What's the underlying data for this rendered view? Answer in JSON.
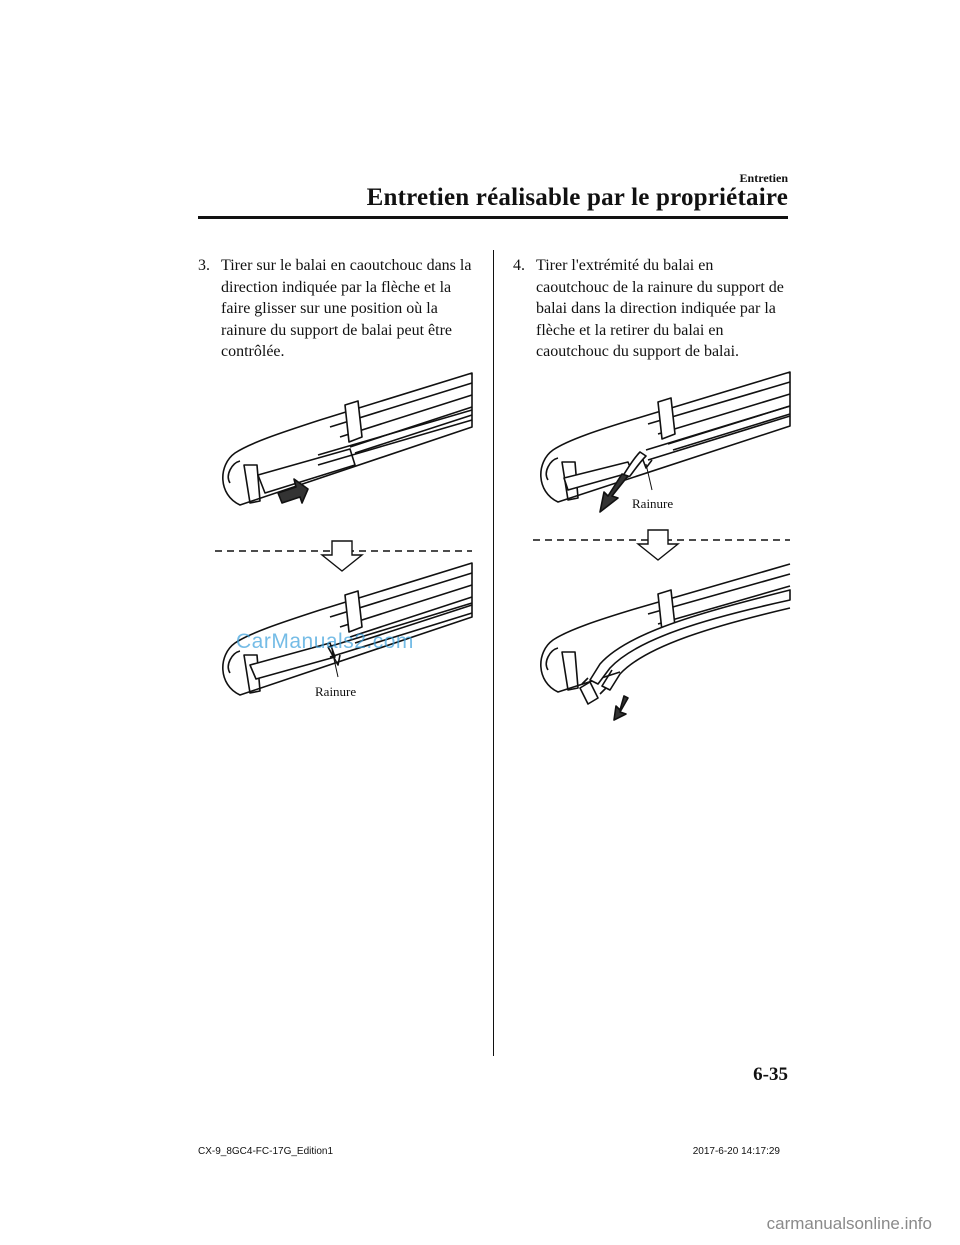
{
  "header": {
    "section": "Entretien",
    "title": "Entretien réalisable par le propriétaire"
  },
  "steps": [
    {
      "number": "3.",
      "lines": [
        "Tirer sur le balai en caoutchouc dans la",
        "direction indiquée par la flèche et la",
        "faire glisser sur une position où la",
        "rainure du support de balai peut être",
        "contrôlée."
      ]
    },
    {
      "number": "4.",
      "lines": [
        "Tirer l'extrémité du balai en",
        "caoutchouc de la rainure du support de",
        "balai dans la direction indiquée par la",
        "flèche et la retirer du balai en",
        "caoutchouc du support de balai."
      ]
    }
  ],
  "figures": {
    "left_label": "Rainure",
    "right_label": "Rainure"
  },
  "watermark": "CarManuals2.com",
  "page_number": "6-35",
  "footer": {
    "left": "CX-9_8GC4-FC-17G_Edition1",
    "right": "2017-6-20 14:17:29"
  },
  "site_watermark": "carmanualsonline.info"
}
